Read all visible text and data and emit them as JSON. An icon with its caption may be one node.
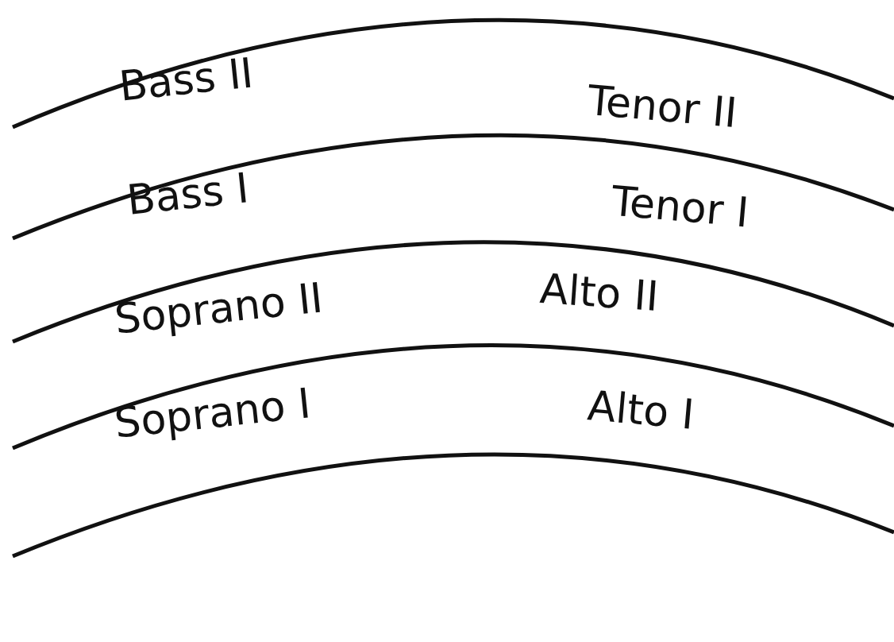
{
  "diagram": {
    "labels": [
      "Bass II",
      "Tenor II",
      "Bass I",
      "Tenor I",
      "Soprano II",
      "Alto II",
      "Soprano I",
      "Alto I"
    ]
  }
}
